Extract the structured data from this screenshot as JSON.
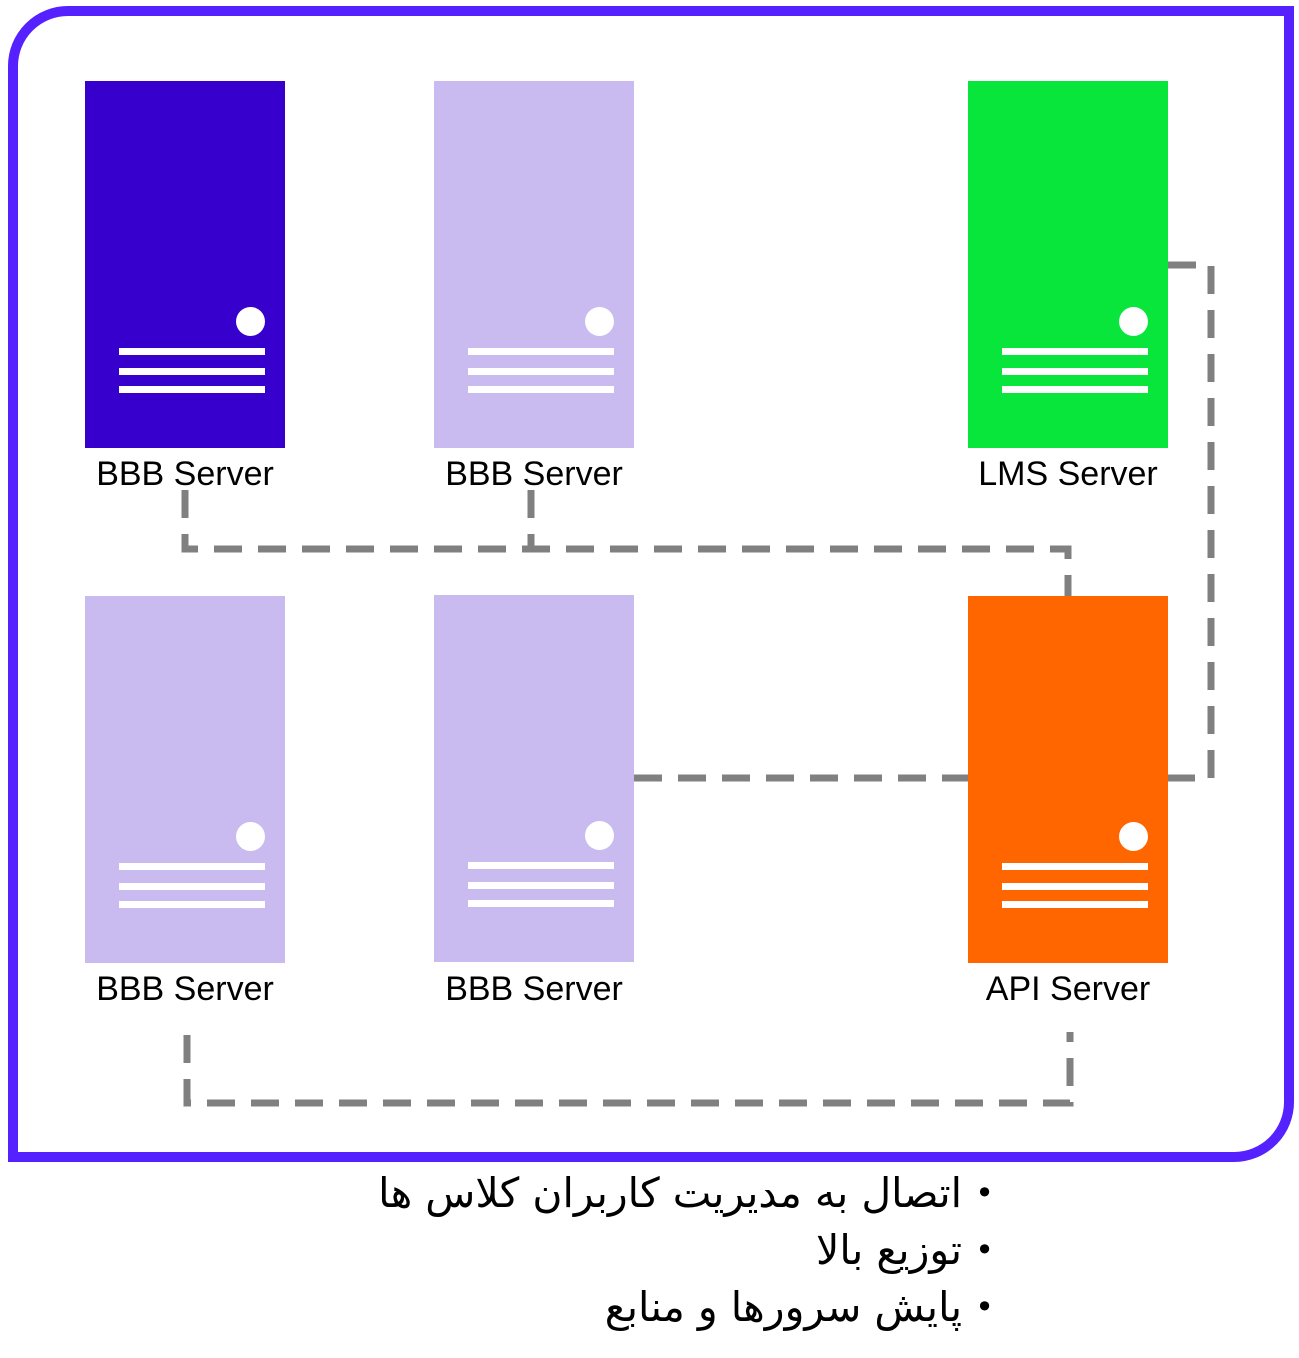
{
  "colors": {
    "frame": "#5522FF",
    "primary_bbb": "#3700CC",
    "bbb": "#C9BBF0",
    "lms": "#08E63C",
    "api": "#FF6600",
    "connector": "#808080"
  },
  "servers": [
    {
      "label": "BBB Server",
      "color": "#3700CC"
    },
    {
      "label": "BBB Server",
      "color": "#C9BBF0"
    },
    {
      "label": "LMS Server",
      "color": "#08E63C"
    },
    {
      "label": "BBB Server",
      "color": "#C9BBF0"
    },
    {
      "label": "BBB Server",
      "color": "#C9BBF0"
    },
    {
      "label": "API Server",
      "color": "#FF6600"
    }
  ],
  "features": [
    "اتصال به مدیریت کاربران کلاس ها",
    "توزیع بالا",
    "پایش سرورها و منابع"
  ]
}
